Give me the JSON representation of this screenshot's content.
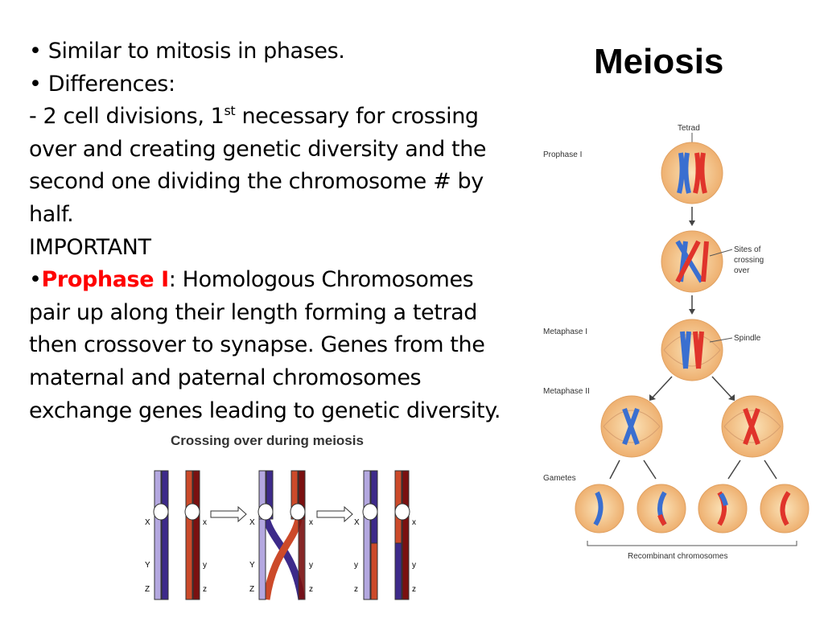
{
  "slide": {
    "title": "Meiosis",
    "bullets": {
      "b1": "• Similar to mitosis in phases.",
      "b2": "• Differences:",
      "d1_pre": "- 2 cell divisions, 1",
      "d1_sup": "st",
      "d1_post": " necessary for crossing",
      "d2": "over and creating genetic diversity and the",
      "d3": "second one  dividing the chromosome # by",
      "d4": "half.",
      "important": "IMPORTANT",
      "p_bullet": "•",
      "p_term": "Prophase I",
      "p_rest": ": Homologous Chromosomes",
      "p2": "pair up along their length forming a tetrad",
      "p3": "then crossover to synapse. Genes from the",
      "p4": "maternal and paternal chromosomes",
      "p5": "exchange genes leading to genetic diversity."
    }
  },
  "crossing_diagram": {
    "title": "Crossing over during meiosis",
    "labels": {
      "X": "X",
      "x": "x",
      "Y": "Y",
      "y": "y",
      "Z": "Z",
      "z": "z"
    }
  },
  "meiosis_diagram": {
    "tetrad": "Tetrad",
    "prophase": "Prophase I",
    "sites1": "Sites of",
    "sites2": "crossing",
    "sites3": "over",
    "metaphase1": "Metaphase I",
    "spindle": "Spindle",
    "metaphase2": "Metaphase II",
    "gametes": "Gametes",
    "recombinant": "Recombinant chromosomes"
  },
  "colors": {
    "accent": "#ff0000",
    "cell": "#f4c98a",
    "cell_edge": "#e8a862",
    "blue": "#3a6fd0",
    "red": "#e0342b"
  }
}
